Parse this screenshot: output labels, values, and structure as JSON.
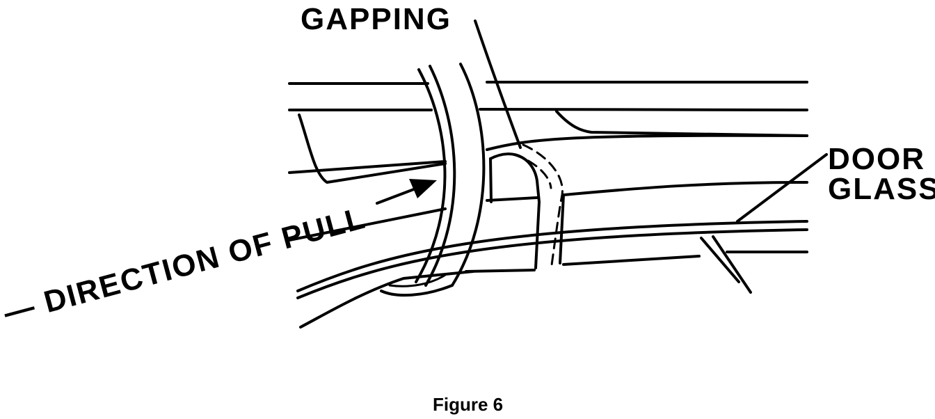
{
  "labels": {
    "gapping": "GAPPING",
    "door_glass_line1": "DOOR",
    "door_glass_line2": "GLASS",
    "direction": "— DIRECTION OF PULL",
    "caption": "Figure 6"
  }
}
